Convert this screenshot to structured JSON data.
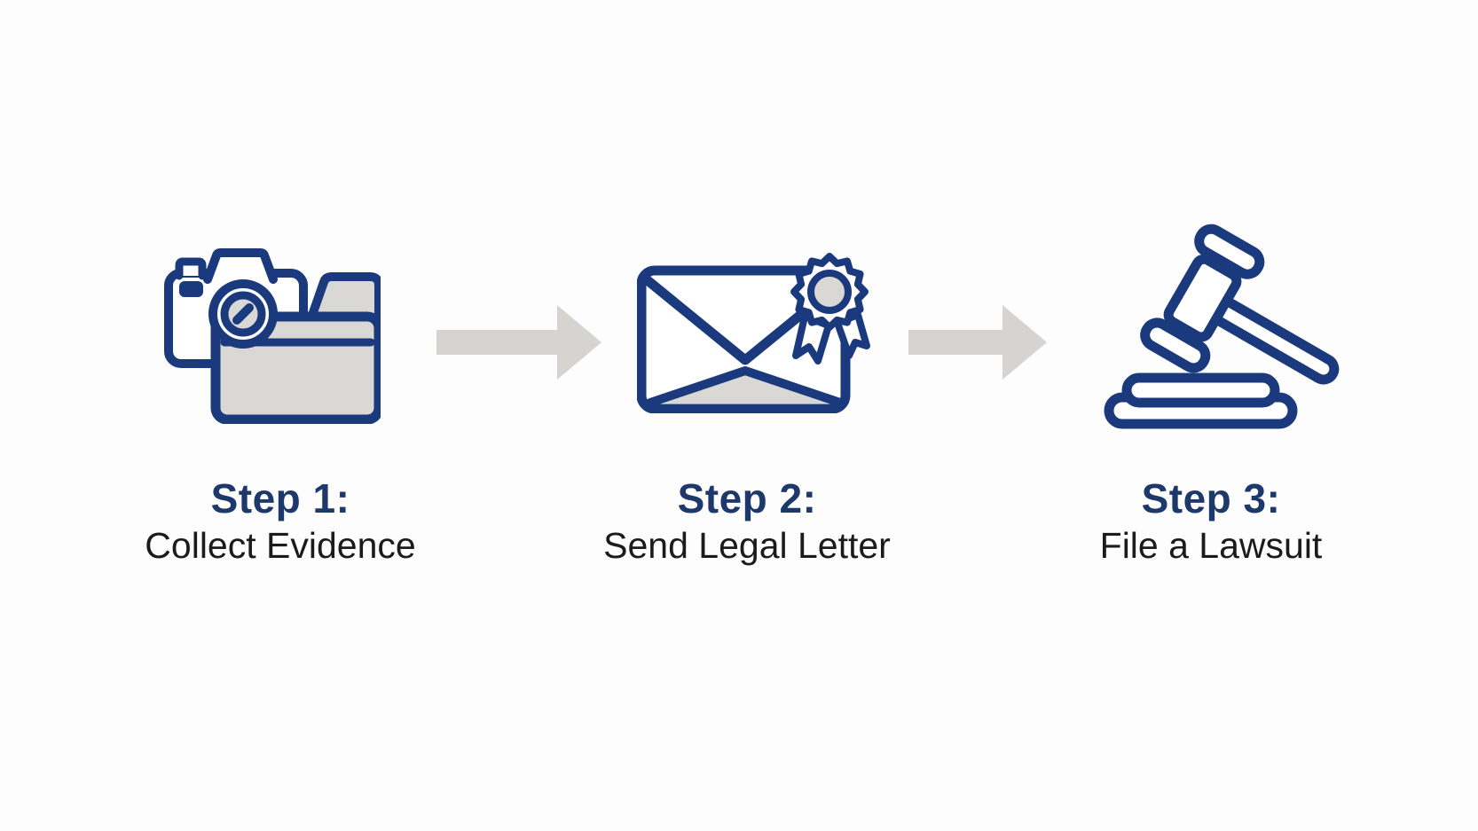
{
  "title": "Three-step legal process diagram",
  "colors": {
    "background": "#fdfdfd",
    "icon_navy": "#1b3a7e",
    "heading_navy": "#1d386b",
    "subtitle_dark": "#1b1b1b",
    "shape_gray": "#d9d8d4",
    "arrow_gray": "#d5d4d0"
  },
  "steps": [
    {
      "heading": "Step 1:",
      "subtitle": "Collect Evidence",
      "icon": "camera-folder-icon"
    },
    {
      "heading": "Step 2:",
      "subtitle": "Send Legal Letter",
      "icon": "envelope-certificate-icon"
    },
    {
      "heading": "Step 3:",
      "subtitle": "File a Lawsuit",
      "icon": "gavel-icon"
    }
  ],
  "arrows": [
    {
      "icon": "arrow-right-icon"
    },
    {
      "icon": "arrow-right-icon"
    }
  ]
}
